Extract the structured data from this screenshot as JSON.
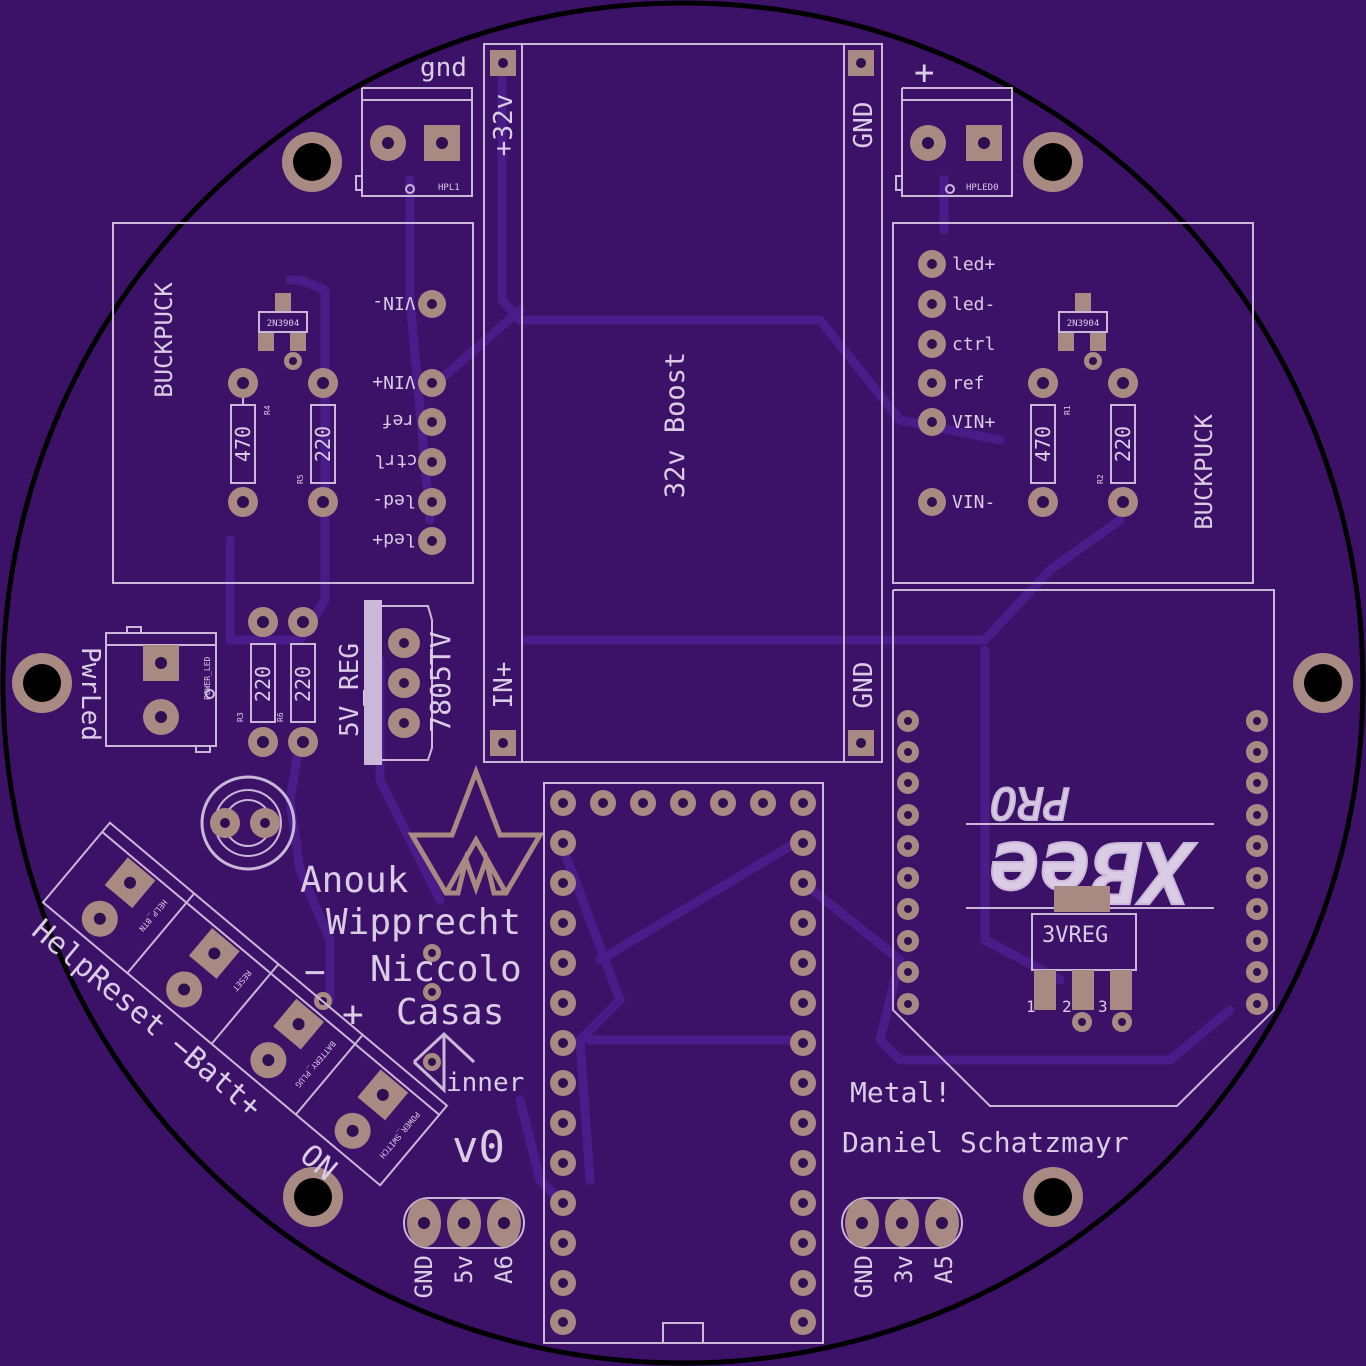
{
  "colors": {
    "background": "#000000",
    "board": "#3c1269",
    "outline": "#000000",
    "silkscreen": "#c9b8d8",
    "copper_pad": "#a88a82",
    "trace": "#4a1c8a"
  },
  "boost": {
    "title": "32v Boost",
    "top_left": "+32v",
    "top_right": "GND",
    "bottom_left": "IN+",
    "bottom_right": "GND"
  },
  "terminals": {
    "top_left_label": "gnd",
    "top_left_name": "HPL1",
    "top_right_label": "+",
    "top_right_name": "HPLED0"
  },
  "buckpuck_left": {
    "title": "BUCKPUCK",
    "transistor": "2N3904",
    "pins": [
      "VIN-",
      "VIN+",
      "ref",
      "ctrl",
      "led-",
      "led+"
    ],
    "r_a_value": "470",
    "r_a_name": "R4",
    "r_b_value": "220",
    "r_b_name": "R5"
  },
  "buckpuck_right": {
    "title": "BUCKPUCK",
    "transistor": "2N3904",
    "pins": [
      "led+",
      "led-",
      "ctrl",
      "ref",
      "VIN+",
      "VIN-"
    ],
    "r_a_value": "470",
    "r_a_name": "R1",
    "r_b_value": "220",
    "r_b_name": "R2"
  },
  "pwrled": {
    "label": "PwrLed",
    "name": "POWER_LED"
  },
  "resistors_mid": {
    "r3_value": "220",
    "r3_name": "R3",
    "r6_value": "220",
    "r6_name": "R6"
  },
  "regulator": {
    "part": "7805TV",
    "name": "5V_REG"
  },
  "xbee": {
    "pro": "PRO",
    "logo": "XBee",
    "vreg": "3VREG",
    "pin1": "1",
    "pin2": "2",
    "pin3": "3"
  },
  "credits": {
    "line1": "Anouk",
    "line2": "Wipprecht",
    "line3": "Niccolo",
    "line4": "Casas",
    "inner": "inner",
    "version": "v0",
    "metal": "Metal!",
    "author2": "Daniel Schatzmayr"
  },
  "polarity": {
    "minus": "−",
    "plus": "+"
  },
  "side_connectors": {
    "labels": [
      "HELP_BTN",
      "RESET",
      "BATTERY_PLUG",
      "POWER_SWITCH"
    ],
    "caption_a": "HelpReset",
    "caption_b": "−Batt+",
    "caption_c": "ON"
  },
  "headers": {
    "left": [
      "GND",
      "5v",
      "A6"
    ],
    "right": [
      "GND",
      "3v",
      "A5"
    ]
  }
}
